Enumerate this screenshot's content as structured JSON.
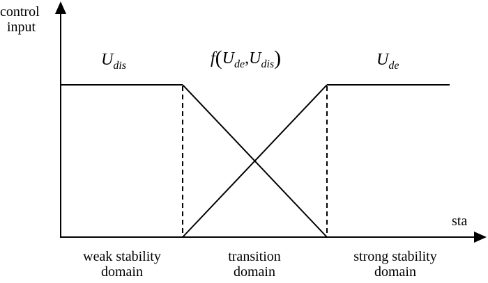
{
  "diagram": {
    "y_axis_label_line1": "control",
    "y_axis_label_line2": "input",
    "x_axis_label": "sta",
    "curve_labels": {
      "left": {
        "symbol": "U",
        "subscript": "dis"
      },
      "middle": {
        "func": "f",
        "open": "(",
        "arg1": "U",
        "arg1_sub": "de",
        "comma": ",",
        "arg2": "U",
        "arg2_sub": "dis",
        "close": ")"
      },
      "right": {
        "symbol": "U",
        "subscript": "de"
      }
    },
    "domains": [
      {
        "line1": "weak stability",
        "line2": "domain"
      },
      {
        "line1": "transition",
        "line2": "domain"
      },
      {
        "line1": "strong stability",
        "line2": "domain"
      }
    ],
    "line_color": "#000000"
  }
}
